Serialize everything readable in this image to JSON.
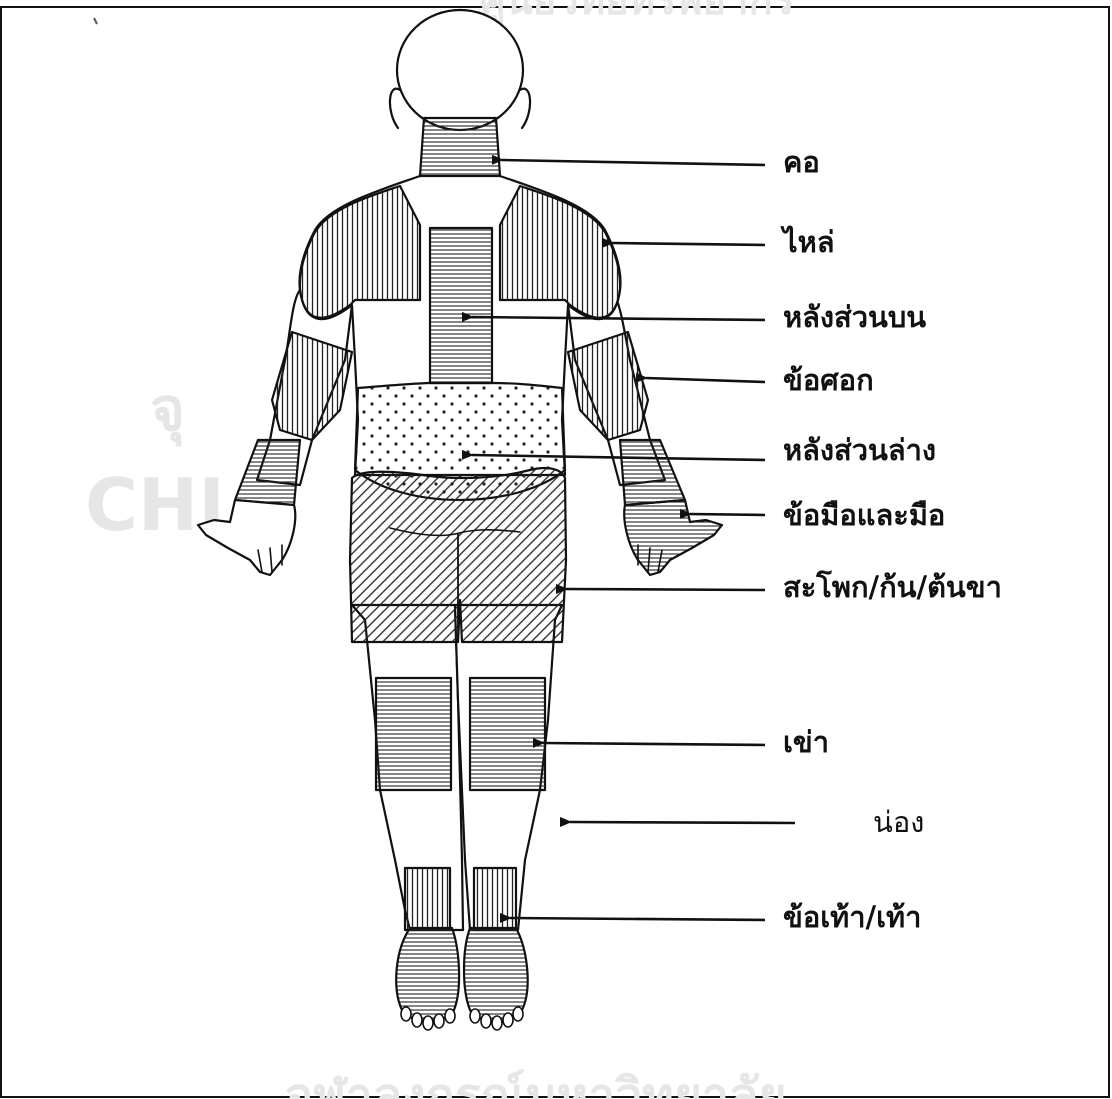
{
  "labels": {
    "neck": "คอ",
    "shoulder": "ไหล่",
    "upper_back": "หลังส่วนบน",
    "elbow": "ข้อศอก",
    "lower_back": "หลังส่วนล่าง",
    "wrist_hand": "ข้อมือและมือ",
    "hip_thigh": "สะโพก/ก้น/ต้นขา",
    "knee": "เข่า",
    "calf": "น่อง",
    "ankle_foot": "ข้อเท้า/เท้า"
  },
  "watermark": {
    "top": "ศูนย์วิทยทรัพยากร",
    "left_thai": "จุ",
    "left_latin": "CHI",
    "bottom": "จุฬาลงกรณ์มหาวิทยาลัย"
  }
}
